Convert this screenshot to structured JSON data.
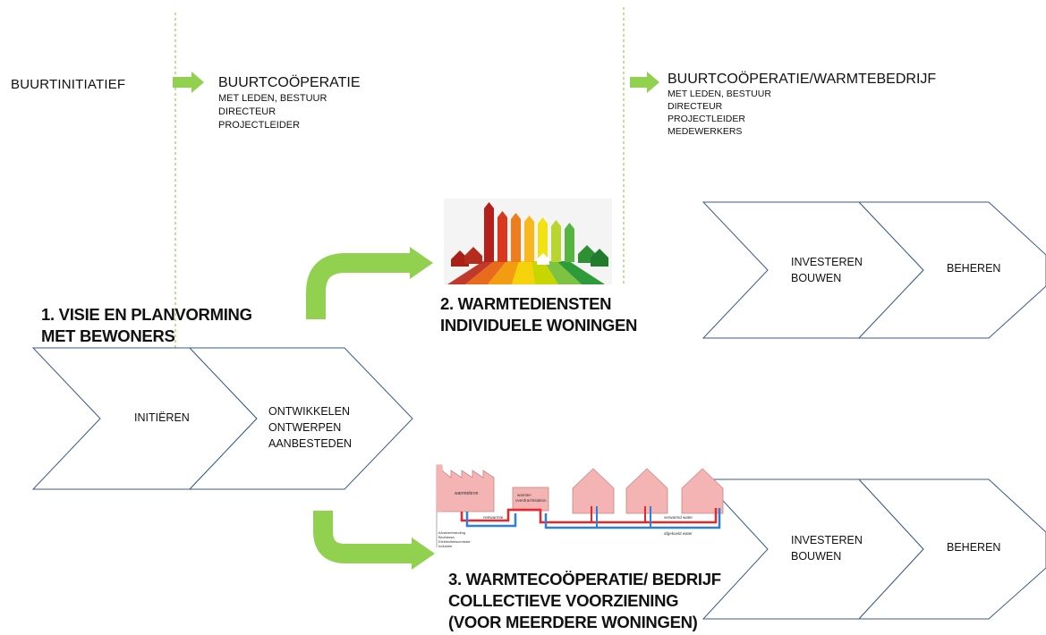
{
  "stages": {
    "initiatief": "BUURTINITIATIEF",
    "cooperatie": {
      "title": "BUURTCOÖPERATIE",
      "lines": [
        "MET LEDEN, BESTUUR",
        "DIRECTEUR",
        "PROJECTLEIDER"
      ]
    },
    "warmtebedrijf": {
      "title": "BUURTCOÖPERATIE/WARMTEBEDRIJF",
      "lines": [
        "MET LEDEN, BESTUUR",
        "DIRECTEUR",
        "PROJECTLEIDER",
        "MEDEWERKERS"
      ]
    }
  },
  "phase1": {
    "heading_line1": "1. VISIE EN PLANVORMING",
    "heading_line2": "MET BEWONERS",
    "chevron_initieren": "INITIËREN",
    "chevron_ontwikkelen": [
      "ONTWIKKELEN",
      "ONTWERPEN",
      "AANBESTEDEN"
    ]
  },
  "phase2": {
    "heading_line1": "2. WARMTEDIENSTEN",
    "heading_line2": "INDIVIDUELE WONINGEN",
    "chevron_investeren": [
      "INVESTEREN",
      "BOUWEN"
    ],
    "chevron_beheren": "BEHEREN"
  },
  "phase3": {
    "heading_line1": "3. WARMTECOÖPERATIE/ BEDRIJF",
    "heading_line2": "COLLECTIEVE VOORZIENING",
    "heading_line3": "(VOOR MEERDERE WONINGEN)",
    "chevron_investeren": [
      "INVESTEREN",
      "BOUWEN"
    ],
    "chevron_beheren": "BEHEREN"
  },
  "heatnet_labels": {
    "source": "warmtebron",
    "station": "warmte-overdrachtstation",
    "supply": "restwarmte",
    "heated_water": "verwarmd water",
    "cooled_water": "afgekoeld water",
    "sources": [
      "Afvalverbranding",
      "Biomassa",
      "Elektriciteitscentrale",
      "Industrie"
    ]
  },
  "colors": {
    "arrow_green": "#92d050",
    "divider_green": "#92d050",
    "chevron_stroke": "#3b5a8a",
    "house_fill": "#f4b4b4",
    "pipe_red": "#e8262c",
    "pipe_blue": "#2f7ed8"
  },
  "icons": [
    "right-arrow-icon",
    "curved-arrow-up-icon",
    "curved-arrow-down-icon",
    "energy-label-houses-icon",
    "district-heating-diagram-icon"
  ]
}
